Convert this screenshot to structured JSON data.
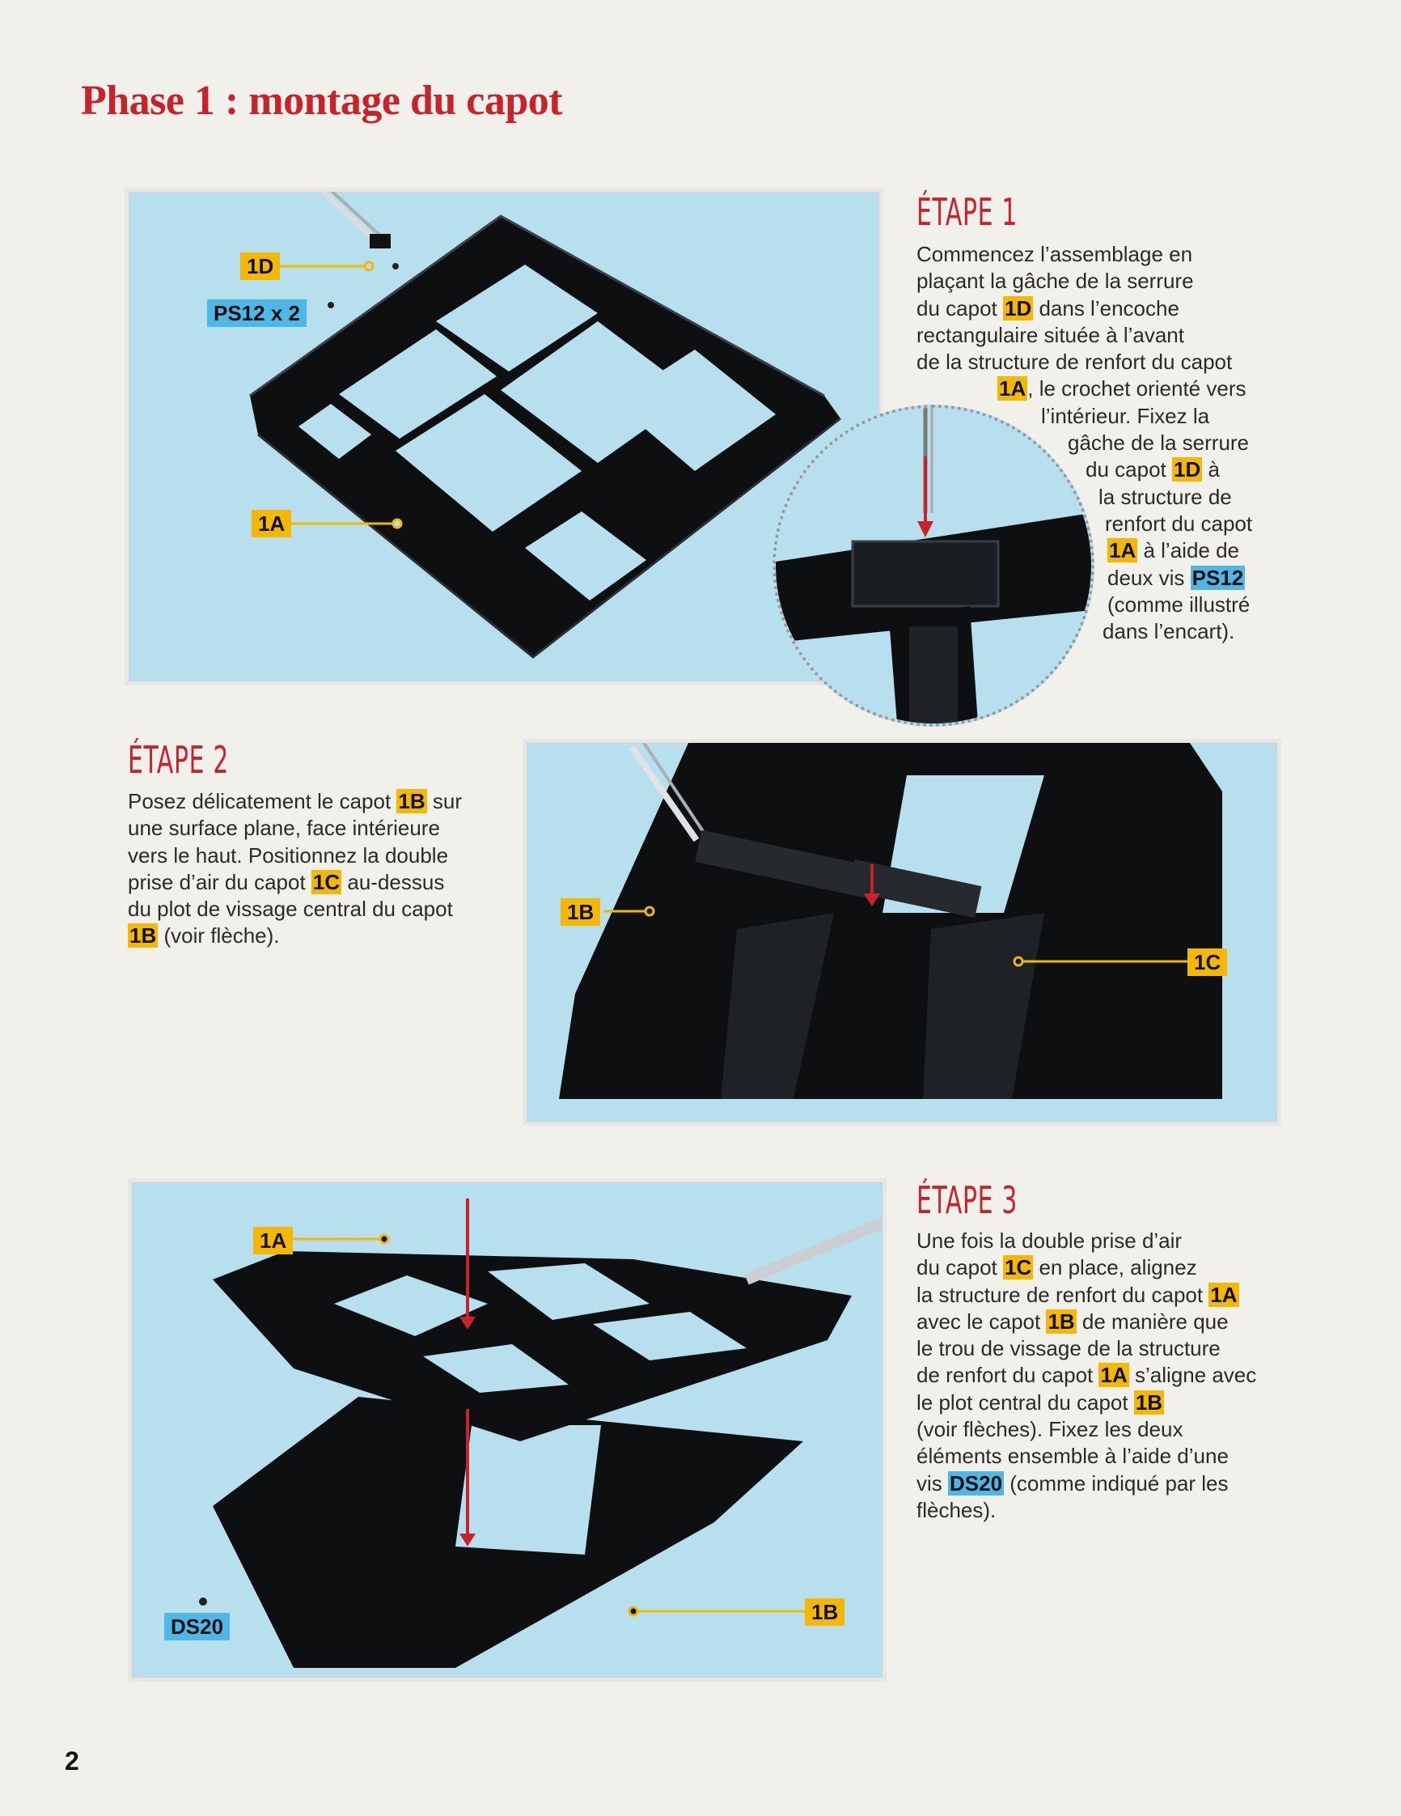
{
  "page": {
    "title": "Phase 1 : montage du capot",
    "page_number": "2"
  },
  "colors": {
    "accent_red": "#c8232a",
    "label_yellow": "#f5b800",
    "label_blue": "#4fb7e6",
    "photo_background": "#b8dfee"
  },
  "step1": {
    "heading": "ÉTAPE 1",
    "photo_labels": {
      "label_1d": "1D",
      "label_ps12": "PS12 x 2",
      "label_1a": "1A"
    },
    "lines": [
      [
        "Commencez l’assemblage en"
      ],
      [
        "plaçant la gâche de la serrure"
      ],
      [
        "du capot ",
        {
          "hl": "1D"
        },
        " dans l’encoche"
      ],
      [
        "rectangulaire située à l’avant"
      ],
      [
        "de la structure de renfort du capot"
      ],
      [
        {
          "hl": "1A"
        },
        ", le crochet orienté vers"
      ],
      [
        "l’intérieur. Fixez la"
      ],
      [
        "gâche de la serrure"
      ],
      [
        "du capot ",
        {
          "hl": "1D"
        },
        " à"
      ],
      [
        "la structure de"
      ],
      [
        "renfort du capot"
      ],
      [
        {
          "hl": "1A"
        },
        " à l’aide de"
      ],
      [
        "deux vis ",
        {
          "hb": "PS12"
        }
      ],
      [
        "(comme illustré"
      ],
      [
        "dans l’encart)."
      ]
    ]
  },
  "step2": {
    "heading": "ÉTAPE 2",
    "photo_labels": {
      "label_1b": "1B",
      "label_1c": "1C"
    },
    "lines": [
      [
        "Posez délicatement le capot ",
        {
          "hl": "1B"
        },
        " sur"
      ],
      [
        "une surface plane, face intérieure"
      ],
      [
        "vers le haut. Positionnez la double"
      ],
      [
        "prise d’air du capot ",
        {
          "hl": "1C"
        },
        " au-dessus"
      ],
      [
        "du plot de vissage central du capot"
      ],
      [
        {
          "hl": "1B"
        },
        " (voir flèche)."
      ]
    ]
  },
  "step3": {
    "heading": "ÉTAPE 3",
    "photo_labels": {
      "label_1a": "1A",
      "label_ds20": "DS20",
      "label_1b": "1B"
    },
    "lines": [
      [
        "Une fois la double prise d’air"
      ],
      [
        "du capot ",
        {
          "hl": "1C"
        },
        " en place, alignez"
      ],
      [
        "la structure de renfort du capot ",
        {
          "hl": "1A"
        }
      ],
      [
        "avec le capot ",
        {
          "hl": "1B"
        },
        " de manière que"
      ],
      [
        "le trou de vissage de la structure"
      ],
      [
        "de renfort du capot ",
        {
          "hl": "1A"
        },
        " s’aligne avec"
      ],
      [
        "le plot central du capot ",
        {
          "hl": "1B"
        }
      ],
      [
        "(voir flèches). Fixez les deux"
      ],
      [
        "éléments ensemble à l’aide d’une"
      ],
      [
        "vis ",
        {
          "hb": "DS20"
        },
        " (comme indiqué par les"
      ],
      [
        "flèches)."
      ]
    ]
  }
}
